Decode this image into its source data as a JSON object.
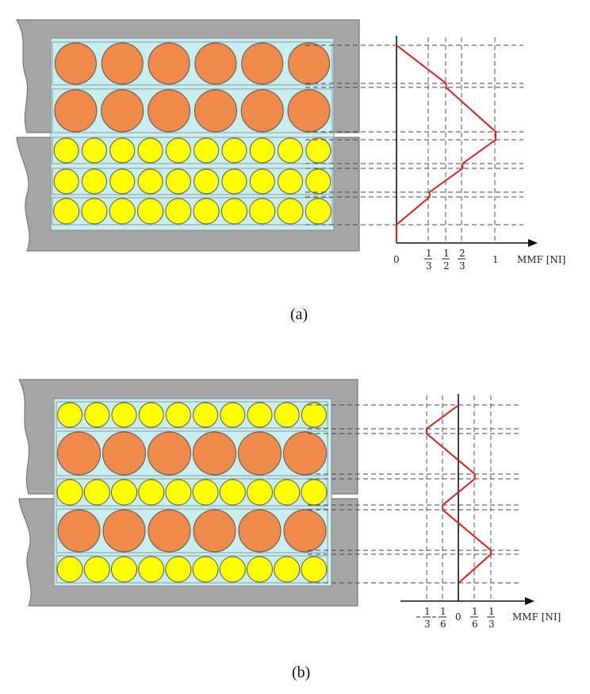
{
  "figure_a": {
    "caption": "(a)",
    "axis_label": "MMF [NI]",
    "zero_label": "0",
    "ticks": [
      {
        "value": 0.3333,
        "num": "1",
        "den": "3"
      },
      {
        "value": 0.5,
        "num": "1",
        "den": "2"
      },
      {
        "value": 0.6667,
        "num": "2",
        "den": "3"
      },
      {
        "value": 1.0,
        "label": "1"
      }
    ],
    "rows": [
      {
        "type": "primary",
        "count": 6
      },
      {
        "type": "primary",
        "count": 6
      },
      {
        "type": "secondary",
        "count": 10
      },
      {
        "type": "secondary",
        "count": 10
      },
      {
        "type": "secondary",
        "count": 10
      }
    ],
    "mmf_profile": [
      0,
      0.5,
      1.0,
      0.6667,
      0.3333,
      0
    ],
    "mmf_range": [
      0,
      1.0
    ]
  },
  "figure_b": {
    "caption": "(b)",
    "axis_label": "MMF [NI]",
    "zero_label": "0",
    "ticks": [
      {
        "value": -0.3333,
        "num": "1",
        "den": "3",
        "neg": true
      },
      {
        "value": -0.1667,
        "num": "1",
        "den": "6",
        "neg": true
      },
      {
        "value": 0.1667,
        "num": "1",
        "den": "6"
      },
      {
        "value": 0.3333,
        "num": "1",
        "den": "3"
      }
    ],
    "rows": [
      {
        "type": "secondary",
        "count": 10
      },
      {
        "type": "primary",
        "count": 6
      },
      {
        "type": "secondary",
        "count": 10
      },
      {
        "type": "primary",
        "count": 6
      },
      {
        "type": "secondary",
        "count": 10
      }
    ],
    "mmf_profile": [
      0,
      -0.3333,
      0.1667,
      -0.1667,
      0.3333,
      0
    ],
    "mmf_range": [
      -0.3333,
      0.3333
    ]
  },
  "colors": {
    "core": "#a6a6a6",
    "window": "#c9eef0",
    "primary": "#f08a4b",
    "secondary": "#ffff00",
    "mmf_line": "#e41c1c"
  }
}
